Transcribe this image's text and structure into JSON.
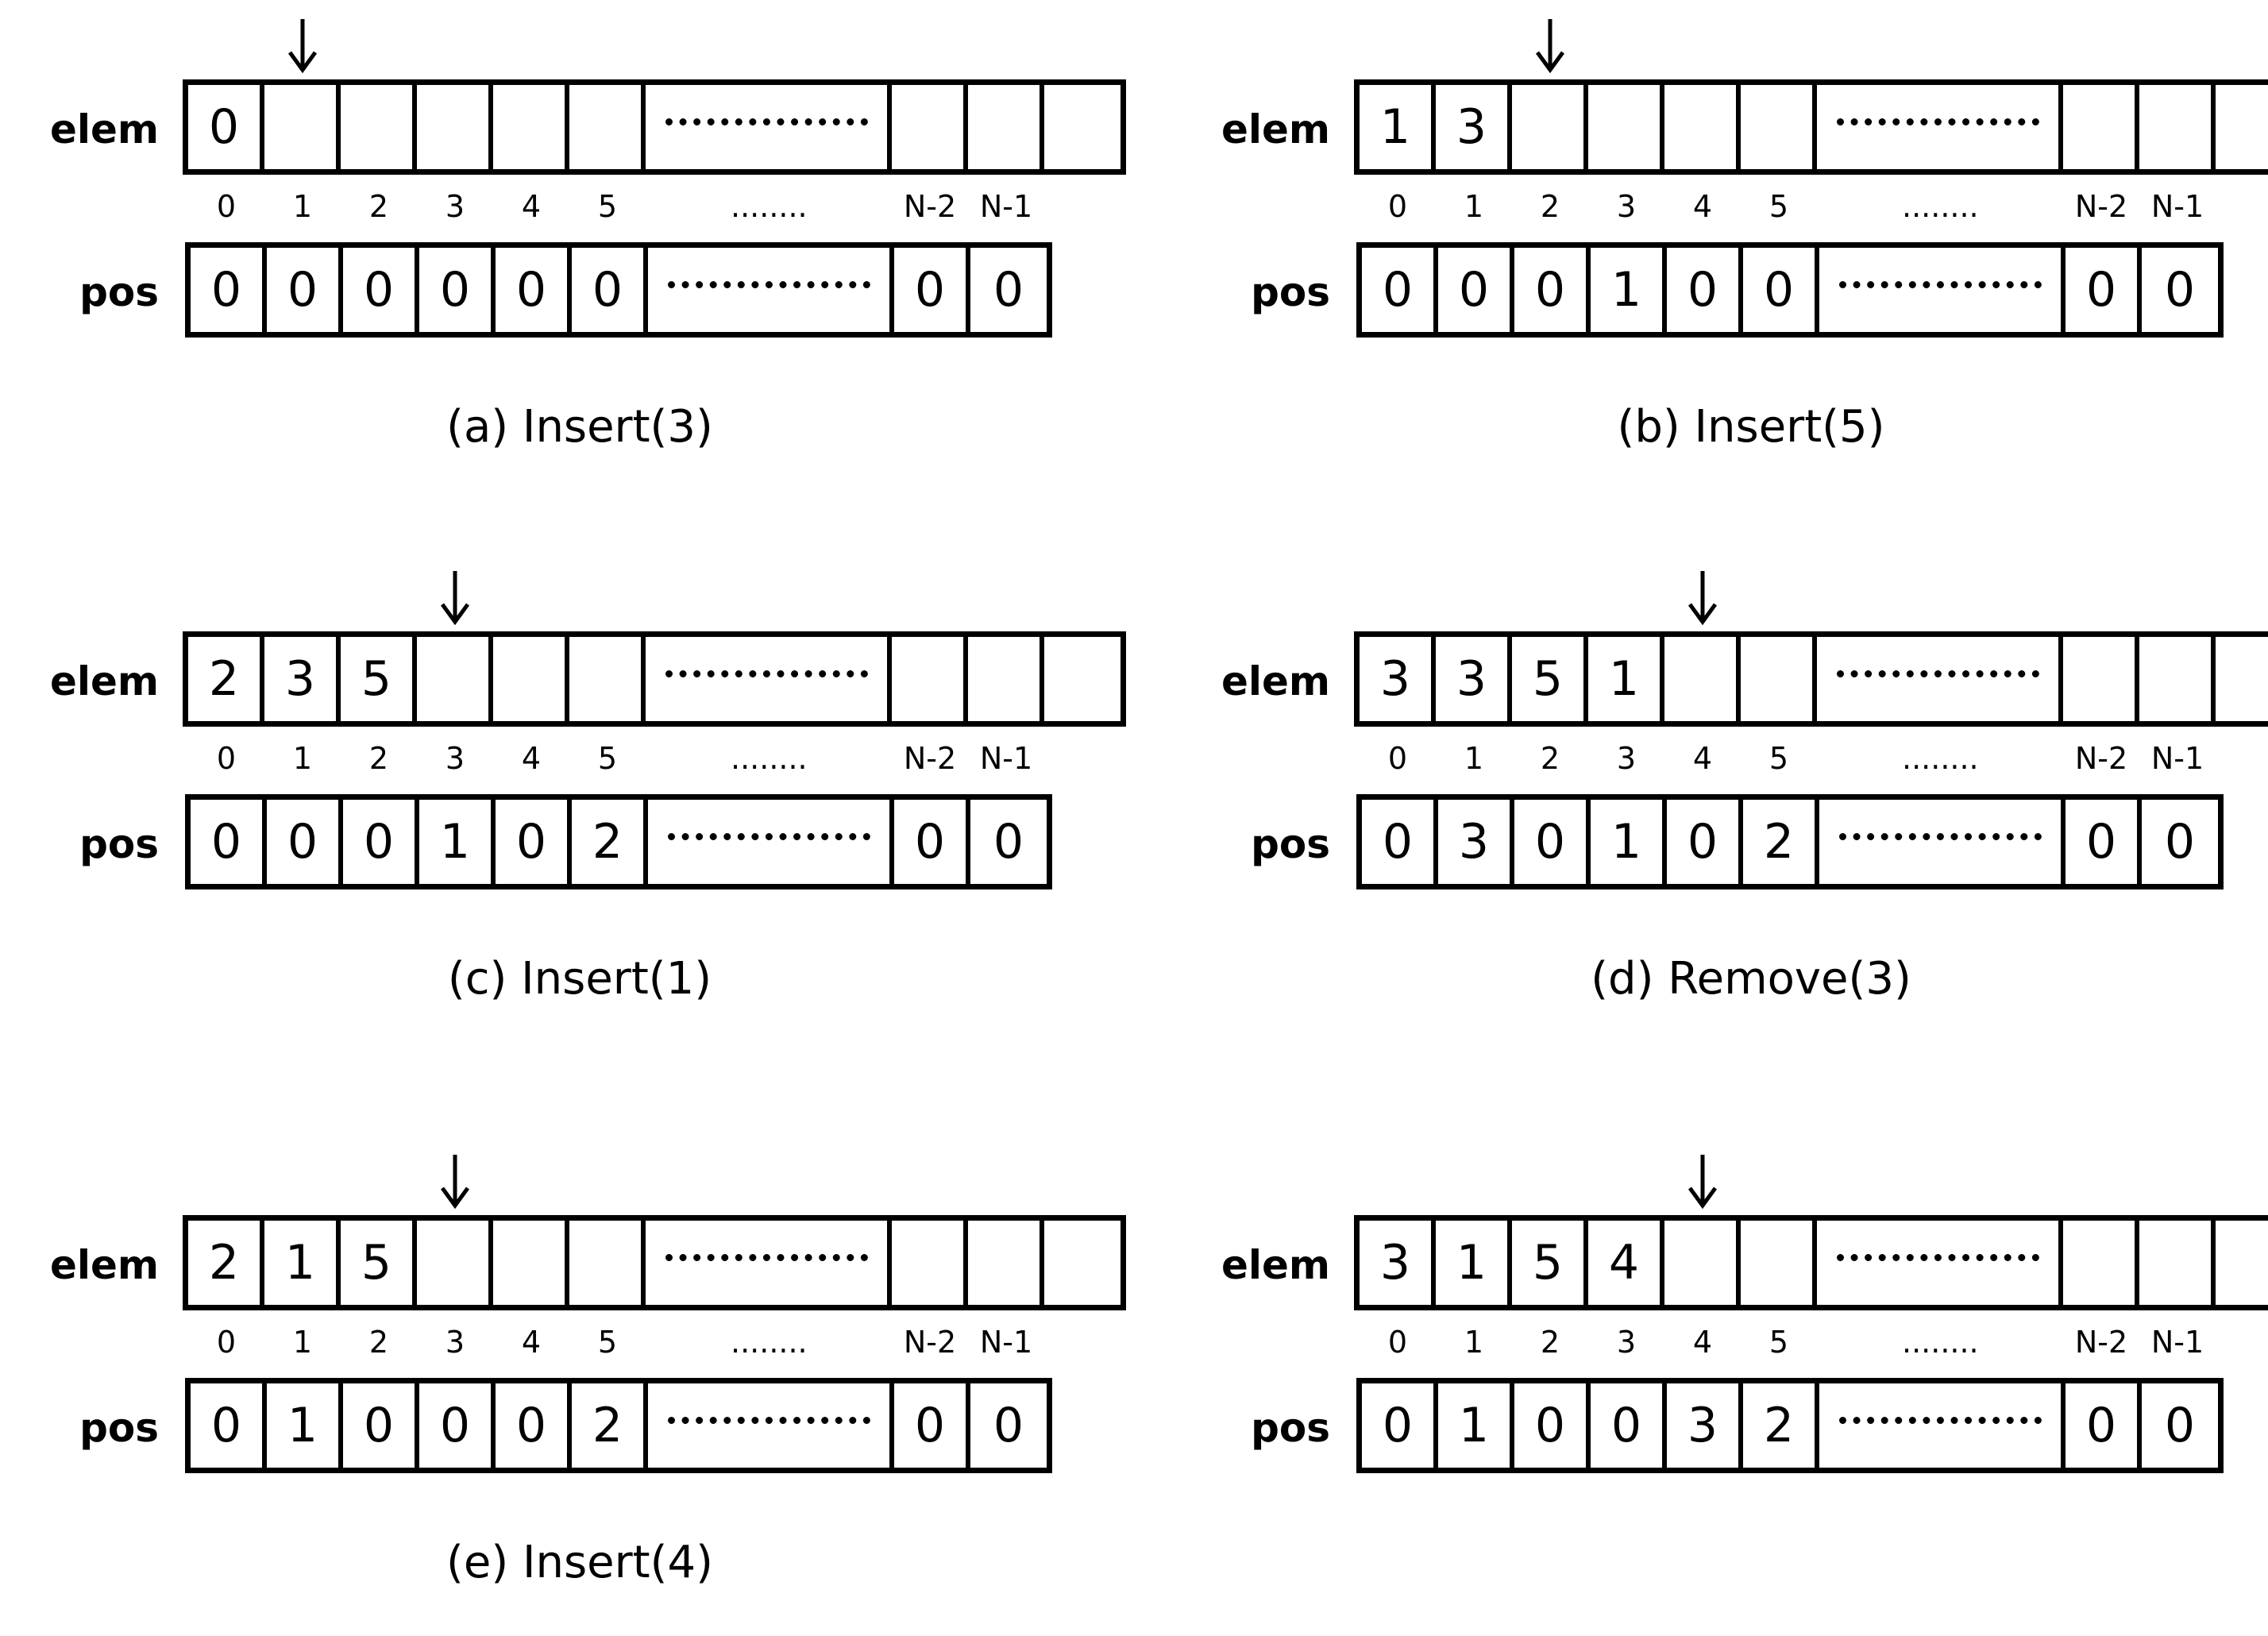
{
  "row_labels": {
    "elem": "elem",
    "pos": "pos"
  },
  "indices": [
    "0",
    "1",
    "2",
    "3",
    "4",
    "5",
    "........",
    "N-2",
    "N-1"
  ],
  "panels": [
    {
      "caption": "(a) Insert(3)",
      "pointer_index": 1,
      "elem": [
        "0",
        "",
        "",
        "",
        "",
        "",
        "",
        "",
        ""
      ],
      "pos": [
        "0",
        "0",
        "0",
        "0",
        "0",
        "0",
        "0",
        "0"
      ]
    },
    {
      "caption": "(b) Insert(5)",
      "pointer_index": 2,
      "elem": [
        "1",
        "3",
        "",
        "",
        "",
        "",
        "",
        "",
        ""
      ],
      "pos": [
        "0",
        "0",
        "0",
        "1",
        "0",
        "0",
        "0",
        "0"
      ]
    },
    {
      "caption": "(c) Insert(1)",
      "pointer_index": 3,
      "elem": [
        "2",
        "3",
        "5",
        "",
        "",
        "",
        "",
        "",
        ""
      ],
      "pos": [
        "0",
        "0",
        "0",
        "1",
        "0",
        "2",
        "0",
        "0"
      ]
    },
    {
      "caption": "(d) Remove(3)",
      "pointer_index": 4,
      "elem": [
        "3",
        "3",
        "5",
        "1",
        "",
        "",
        "",
        "",
        ""
      ],
      "pos": [
        "0",
        "3",
        "0",
        "1",
        "0",
        "2",
        "0",
        "0"
      ]
    },
    {
      "caption": "(e) Insert(4)",
      "pointer_index": 3,
      "elem": [
        "2",
        "1",
        "5",
        "",
        "",
        "",
        "",
        "",
        ""
      ],
      "pos": [
        "0",
        "1",
        "0",
        "0",
        "0",
        "2",
        "0",
        "0"
      ]
    },
    {
      "caption": "",
      "pointer_index": 4,
      "elem": [
        "3",
        "1",
        "5",
        "4",
        "",
        "",
        "",
        "",
        ""
      ],
      "pos": [
        "0",
        "1",
        "0",
        "0",
        "3",
        "2",
        "0",
        "0"
      ]
    }
  ]
}
